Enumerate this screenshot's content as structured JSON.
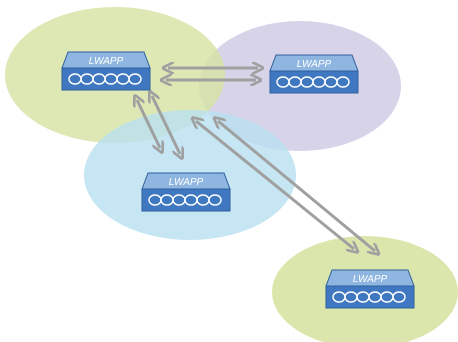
{
  "access_points": [
    {
      "id": "ap-top-left",
      "label": "LWAPP"
    },
    {
      "id": "ap-top-right",
      "label": "LWAPP"
    },
    {
      "id": "ap-middle",
      "label": "LWAPP"
    },
    {
      "id": "ap-bottom-right",
      "label": "LWAPP"
    }
  ],
  "colors": {
    "coverage_green": "#d7e3a3",
    "coverage_purple": "#d3cfe8",
    "coverage_blue": "#b8e0f0",
    "device_top": "#8fb6e0",
    "device_face": "#3f78c0",
    "arrow": "#a0a0a0"
  }
}
